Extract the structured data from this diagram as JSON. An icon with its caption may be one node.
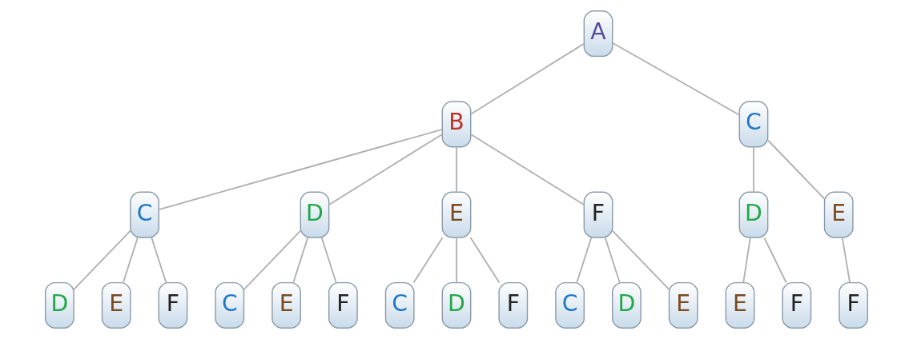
{
  "diagram": {
    "nodes": [
      {
        "text": [
          "A"
        ]
      },
      {
        "text": [
          "B"
        ]
      },
      {
        "text": [
          "C"
        ]
      },
      {
        "text": [
          "C"
        ]
      },
      {
        "text": [
          "D"
        ]
      },
      {
        "text": [
          "E"
        ]
      },
      {
        "text": [
          "F"
        ]
      },
      {
        "text": [
          "D"
        ]
      },
      {
        "text": [
          "E"
        ]
      },
      {
        "text": [
          "D"
        ]
      },
      {
        "text": [
          "E"
        ]
      },
      {
        "text": [
          "F"
        ]
      },
      {
        "text": [
          "C"
        ]
      },
      {
        "text": [
          "E"
        ]
      },
      {
        "text": [
          "F"
        ]
      },
      {
        "text": [
          "C"
        ]
      },
      {
        "text": [
          "D"
        ]
      },
      {
        "text": [
          "F"
        ]
      },
      {
        "text": [
          "C"
        ]
      },
      {
        "text": [
          "D"
        ]
      },
      {
        "text": [
          "E"
        ]
      },
      {
        "text": [
          "E"
        ]
      },
      {
        "text": [
          "F"
        ]
      },
      {
        "text": [
          "F"
        ]
      }
    ],
    "edges": [
      {
        "from": 0,
        "to": 1,
        "arrow": "none"
      },
      {
        "from": 0,
        "to": 2,
        "arrow": "none"
      },
      {
        "from": 1,
        "to": 3,
        "arrow": "none"
      },
      {
        "from": 1,
        "to": 4,
        "arrow": "none"
      },
      {
        "from": 1,
        "to": 5,
        "arrow": "none"
      },
      {
        "from": 1,
        "to": 6,
        "arrow": "none"
      },
      {
        "from": 2,
        "to": 7,
        "arrow": "none"
      },
      {
        "from": 2,
        "to": 8,
        "arrow": "none"
      },
      {
        "from": 3,
        "to": 9,
        "arrow": "none"
      },
      {
        "from": 3,
        "to": 10,
        "arrow": "none"
      },
      {
        "from": 3,
        "to": 11,
        "arrow": "none"
      },
      {
        "from": 4,
        "to": 12,
        "arrow": "none"
      },
      {
        "from": 4,
        "to": 13,
        "arrow": "none"
      },
      {
        "from": 4,
        "to": 14,
        "arrow": "none"
      },
      {
        "from": 5,
        "to": 15,
        "arrow": "none"
      },
      {
        "from": 5,
        "to": 16,
        "arrow": "none"
      },
      {
        "from": 5,
        "to": 17,
        "arrow": "none"
      },
      {
        "from": 6,
        "to": 18,
        "arrow": "none"
      },
      {
        "from": 6,
        "to": 19,
        "arrow": "none"
      },
      {
        "from": 6,
        "to": 20,
        "arrow": "none"
      },
      {
        "from": 7,
        "to": 21,
        "arrow": "none"
      },
      {
        "from": 7,
        "to": 22,
        "arrow": "none"
      },
      {
        "from": 8,
        "to": 23,
        "arrow": "none"
      }
    ]
  }
}
